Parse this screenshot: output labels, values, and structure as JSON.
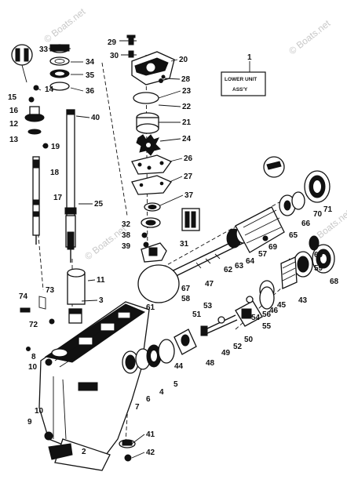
{
  "watermark": "© Boats.net",
  "callout_box": {
    "ref": "1",
    "line1": "LOWER UNIT",
    "line2": "ASS'Y"
  },
  "part_numbers": [
    "2",
    "3",
    "4",
    "5",
    "6",
    "7",
    "8",
    "9",
    "10",
    "11",
    "12",
    "13",
    "14",
    "15",
    "16",
    "17",
    "18",
    "19",
    "20",
    "21",
    "22",
    "23",
    "24",
    "25",
    "26",
    "27",
    "28",
    "29",
    "30",
    "31",
    "32",
    "33",
    "34",
    "35",
    "36",
    "37",
    "38",
    "39",
    "40",
    "41",
    "42",
    "43",
    "44",
    "45",
    "46",
    "47",
    "48",
    "49",
    "50",
    "51",
    "52",
    "53",
    "54",
    "55",
    "56",
    "57",
    "58",
    "59",
    "60",
    "61",
    "62",
    "63",
    "64",
    "65",
    "66",
    "67",
    "68",
    "69",
    "70",
    "71",
    "72",
    "73",
    "74"
  ]
}
